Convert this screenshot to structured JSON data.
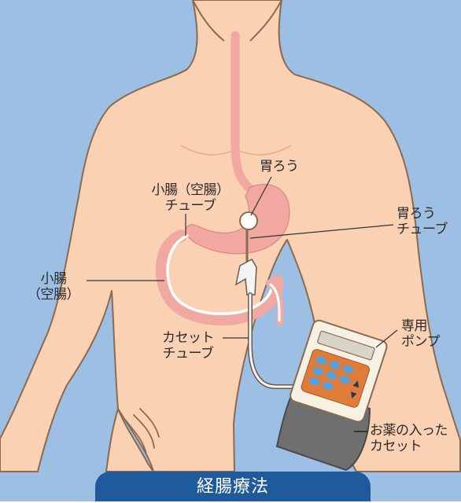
{
  "colors": {
    "background": "#9dbfe4",
    "skin": "#fbd1b4",
    "outline": "#8a6a50",
    "organ": "#f0a8a0",
    "tube_fill": "#ffffff",
    "pump_body": "#f6f1e3",
    "pump_accent": "#e07c3a",
    "button_blue": "#5aa0d8",
    "cassette": "#6f6f6f",
    "caption_bar": "#1f5a9c"
  },
  "labels": {
    "gastrostomy": "胃ろう",
    "small_intestine_tube": [
      "小腸（空腸）",
      "チューブ"
    ],
    "gastrostomy_tube": [
      "胃ろう",
      "チューブ"
    ],
    "small_intestine": [
      "小腸",
      "（空腸）"
    ],
    "cassette_tube": [
      "カセット",
      "チューブ"
    ],
    "dedicated_pump": [
      "専用",
      "ポンプ"
    ],
    "medicine_cassette": [
      "お薬の入った",
      "カセット"
    ]
  },
  "caption": "経腸療法"
}
